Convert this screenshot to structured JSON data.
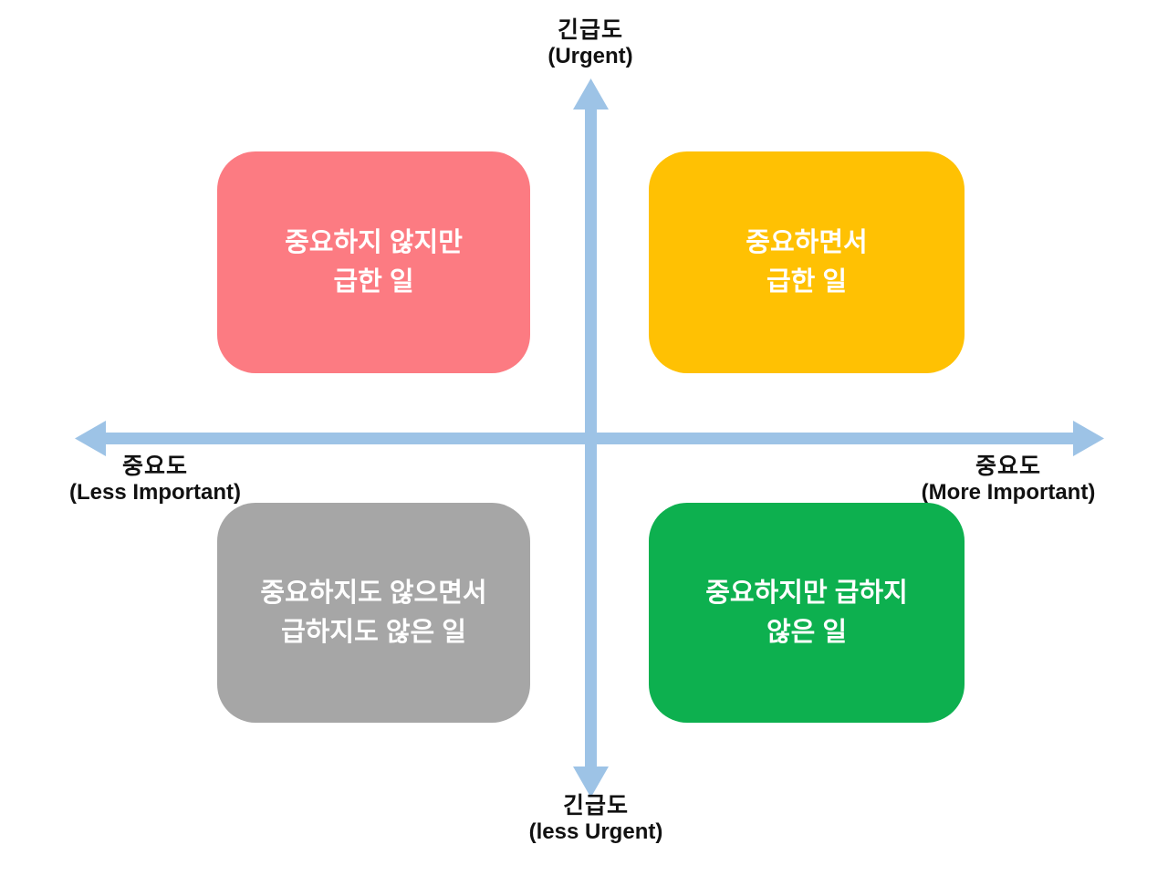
{
  "colors": {
    "axis": "#9DC3E6",
    "label_text": "#111111",
    "quadrant_text": "#FFFFFF",
    "background": "#FFFFFF"
  },
  "axes": {
    "top": {
      "line1": "긴급도",
      "line2": "(Urgent)"
    },
    "bottom": {
      "line1": "긴급도",
      "line2": "(less Urgent)"
    },
    "left": {
      "line1": "중요도",
      "line2": "(Less Important)"
    },
    "right": {
      "line1": "중요도",
      "line2": "(More Important)"
    }
  },
  "quadrants": [
    {
      "position": "top-left",
      "line1": "중요하지 않지만",
      "line2": "급한 일",
      "color": "#FC7B82"
    },
    {
      "position": "top-right",
      "line1": "중요하면서",
      "line2": "급한 일",
      "color": "#FFC103"
    },
    {
      "position": "bottom-left",
      "line1": "중요하지도 않으면서",
      "line2": "급하지도 않은 일",
      "color": "#A6A6A6"
    },
    {
      "position": "bottom-right",
      "line1": "중요하지만 급하지",
      "line2": "않은 일",
      "color": "#0DB04F"
    }
  ]
}
